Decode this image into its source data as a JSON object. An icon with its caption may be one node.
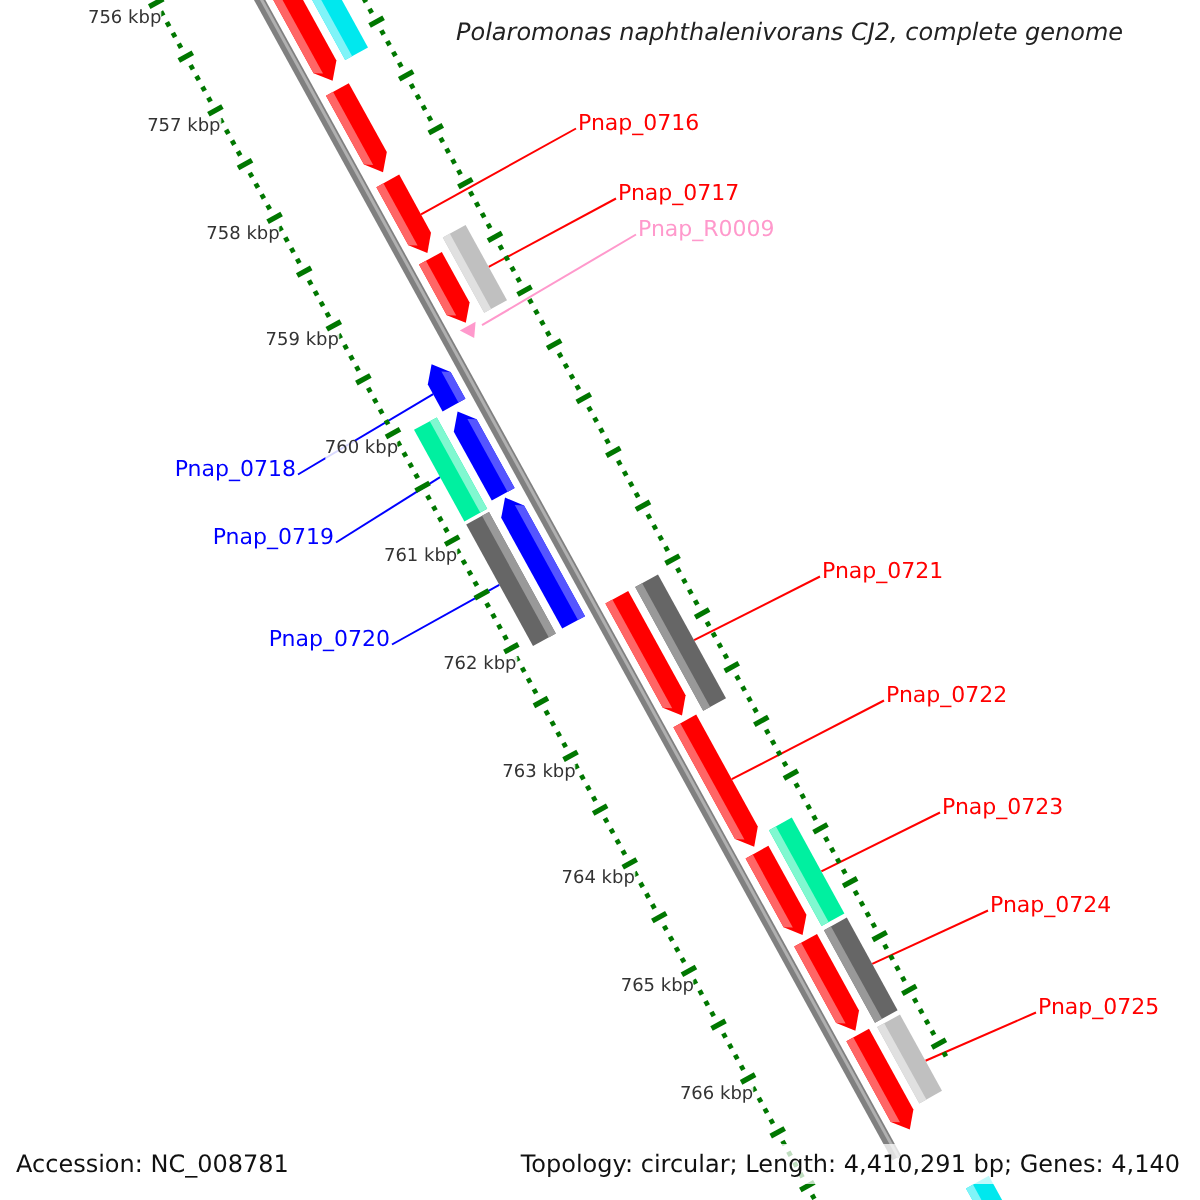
{
  "diagram": {
    "title": "Polaromonas naphthalenivorans CJ2, complete genome",
    "nodes": [
      {
        "text": [],
        "shape": "pentagon"
      },
      {
        "text": [],
        "shape": "bar"
      },
      {
        "text": [],
        "shape": "pentagon"
      },
      {
        "text": [],
        "shape": "pentagon"
      },
      {
        "text": [],
        "shape": "pentagon"
      },
      {
        "text": [],
        "shape": "bar"
      },
      {
        "text": [],
        "shape": "triangle"
      },
      {
        "text": [],
        "shape": "pentagon"
      },
      {
        "text": [],
        "shape": "bar"
      },
      {
        "text": [],
        "shape": "pentagon"
      },
      {
        "text": [],
        "shape": "pentagon"
      },
      {
        "text": [],
        "shape": "bar"
      },
      {
        "text": [],
        "shape": "pentagon"
      },
      {
        "text": [],
        "shape": "bar"
      },
      {
        "text": [],
        "shape": "pentagon"
      },
      {
        "text": [],
        "shape": "bar"
      },
      {
        "text": [],
        "shape": "pentagon"
      },
      {
        "text": [],
        "shape": "bar"
      },
      {
        "text": [],
        "shape": "pentagon"
      },
      {
        "text": [],
        "shape": "bar"
      },
      {
        "text": [],
        "shape": "pentagon"
      },
      {
        "text": [],
        "shape": "bar"
      },
      {
        "text": [
          "Pnap_0716"
        ]
      },
      {
        "text": [
          "Pnap_0717"
        ]
      },
      {
        "text": [
          "Pnap_R0009"
        ]
      },
      {
        "text": [
          "Pnap_0718"
        ]
      },
      {
        "text": [
          "Pnap_0719"
        ]
      },
      {
        "text": [
          "Pnap_0720"
        ]
      },
      {
        "text": [
          "Pnap_0721"
        ]
      },
      {
        "text": [
          "Pnap_0722"
        ]
      },
      {
        "text": [
          "Pnap_0723"
        ]
      },
      {
        "text": [
          "Pnap_0724"
        ]
      },
      {
        "text": [
          "Pnap_0725"
        ]
      }
    ],
    "edges": [
      {
        "from": 22,
        "to": 3,
        "arrow": "none"
      },
      {
        "from": 23,
        "to": 5,
        "arrow": "none"
      },
      {
        "from": 24,
        "to": 6,
        "arrow": "none",
        "color": "#ff99cc"
      },
      {
        "from": 25,
        "to": 7,
        "arrow": "none",
        "color": "#0000ff"
      },
      {
        "from": 26,
        "to": 8,
        "arrow": "none",
        "color": "#0000ff"
      },
      {
        "from": 27,
        "to": 11,
        "arrow": "none",
        "color": "#0000ff"
      },
      {
        "from": 28,
        "to": 13,
        "arrow": "none"
      },
      {
        "from": 29,
        "to": 14,
        "arrow": "none"
      },
      {
        "from": 30,
        "to": 15,
        "arrow": "none"
      },
      {
        "from": 31,
        "to": 17,
        "arrow": "none"
      },
      {
        "from": 32,
        "to": 19,
        "arrow": "none"
      }
    ],
    "labels": [
      "756 kbp",
      "757 kbp",
      "758 kbp",
      "759 kbp",
      "760 kbp",
      "761 kbp",
      "762 kbp",
      "763 kbp",
      "764 kbp",
      "765 kbp",
      "766 kbp",
      "Accession: NC_008781",
      "Topology: circular; Length: 4,410,291 bp; Genes: 4,140"
    ]
  }
}
